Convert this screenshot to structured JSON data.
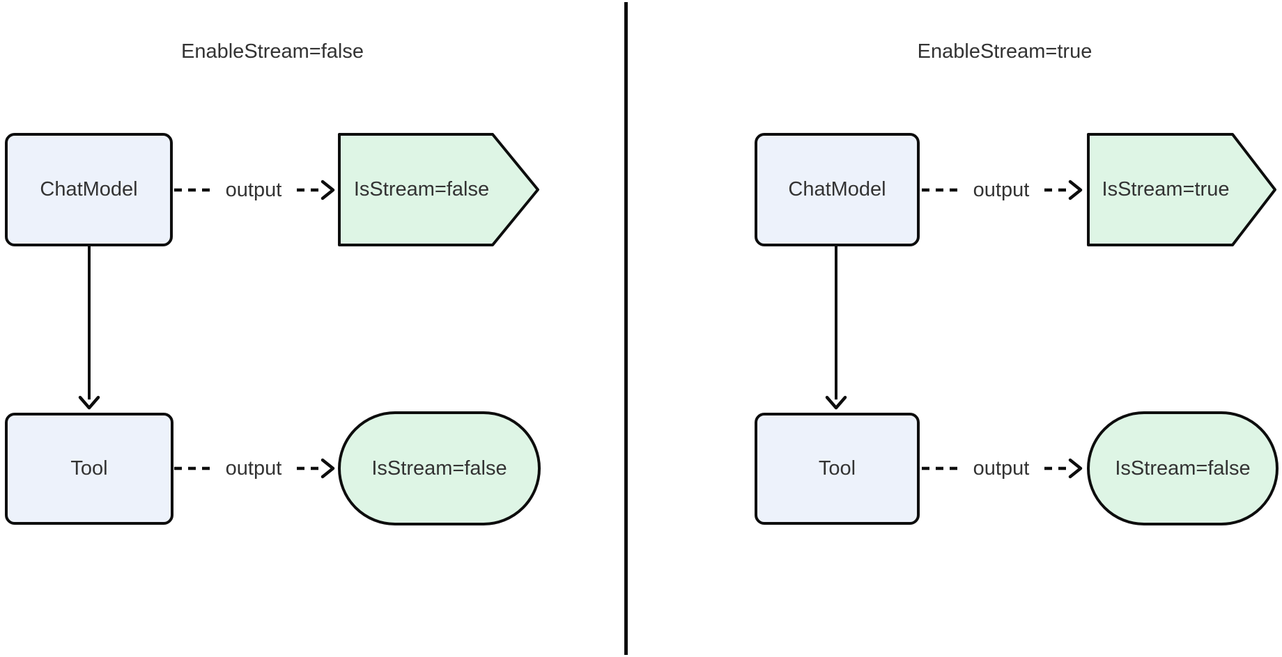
{
  "diagram": {
    "colors": {
      "node_fill": "#edf2fb",
      "result_fill": "#def5e5",
      "stroke": "#0d0d0d",
      "text": "#333333",
      "background": "#ffffff"
    },
    "panels": [
      {
        "title": "EnableStream=false",
        "chatmodel_label": "ChatModel",
        "tool_label": "Tool",
        "chatmodel_edge_label": "output",
        "tool_edge_label": "output",
        "chatmodel_output_label": "IsStream=false",
        "tool_output_label": "IsStream=false"
      },
      {
        "title": "EnableStream=true",
        "chatmodel_label": "ChatModel",
        "tool_label": "Tool",
        "chatmodel_edge_label": "output",
        "tool_edge_label": "output",
        "chatmodel_output_label": "IsStream=true",
        "tool_output_label": "IsStream=false"
      }
    ]
  }
}
